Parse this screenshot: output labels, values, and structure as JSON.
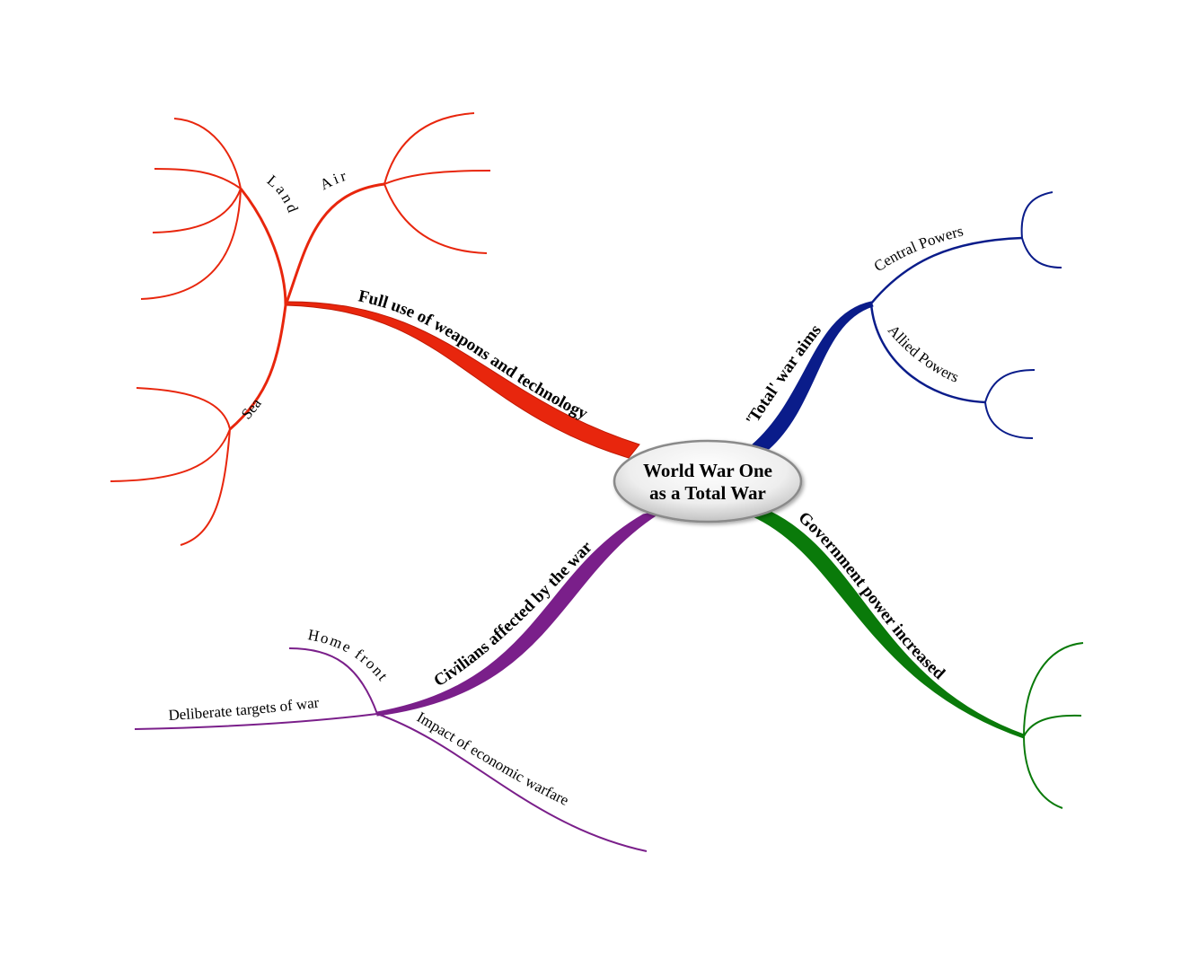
{
  "central_topic": {
    "line1": "World War One",
    "line2": "as a Total War"
  },
  "branches": {
    "weapons": {
      "label": "Full use of weapons and technology",
      "color": "#e8260d",
      "sub": {
        "land": "Land",
        "air": "Air",
        "sea": "Sea"
      }
    },
    "aims": {
      "label": "'Total' war aims",
      "color": "#0a1c8a",
      "sub": {
        "central": "Central Powers",
        "allied": "Allied Powers"
      }
    },
    "government": {
      "label": "Government power increased",
      "color": "#0a7a0a"
    },
    "civilians": {
      "label": "Civilians affected by the war",
      "color": "#7a1f8a",
      "sub": {
        "home_front": "Home front",
        "targets": "Deliberate targets of war",
        "economic": "Impact of economic warfare"
      }
    }
  }
}
